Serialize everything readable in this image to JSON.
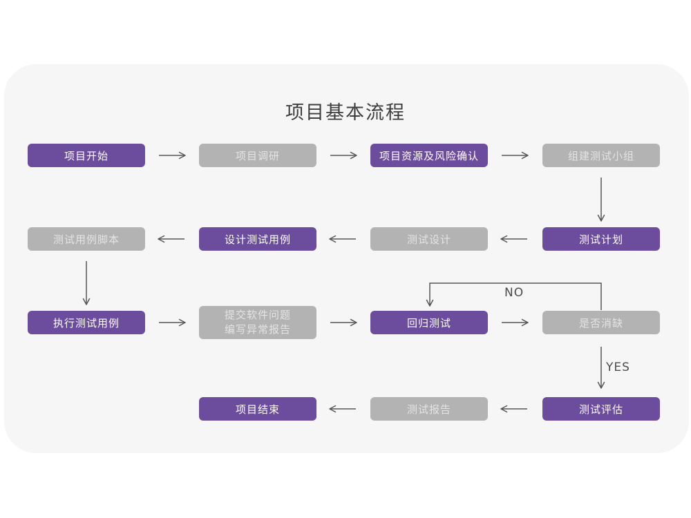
{
  "title": "项目基本流程",
  "colors": {
    "node_purple": "#6C4C9D",
    "node_gray": "#B3B3B3",
    "card_background": "#F6F6F6",
    "arrow": "#555555",
    "purple_node_text": "#FFFFFF",
    "gray_node_text": "#E4E4E4"
  },
  "labels": {
    "no": "NO",
    "yes": "YES"
  },
  "nodes": [
    {
      "id": "project-start",
      "label": "项目开始",
      "type": "purple"
    },
    {
      "id": "project-research",
      "label": "项目调研",
      "type": "gray"
    },
    {
      "id": "resource-risk",
      "label": "项目资源及风险确认",
      "type": "purple"
    },
    {
      "id": "build-test-team",
      "label": "组建测试小组",
      "type": "gray"
    },
    {
      "id": "test-plan",
      "label": "测试计划",
      "type": "purple"
    },
    {
      "id": "test-design",
      "label": "测试设计",
      "type": "gray"
    },
    {
      "id": "design-test-case",
      "label": "设计测试用例",
      "type": "purple"
    },
    {
      "id": "test-case-script",
      "label": "测试用例脚本",
      "type": "gray"
    },
    {
      "id": "execute-test-case",
      "label": "执行测试用例",
      "type": "purple"
    },
    {
      "id": "issue-report",
      "label": "提交软件问题\n编写异常报告",
      "type": "gray"
    },
    {
      "id": "regression-test",
      "label": "回归测试",
      "type": "purple"
    },
    {
      "id": "defect-cleared",
      "label": "是否消缺",
      "type": "gray"
    },
    {
      "id": "test-evaluation",
      "label": "测试评估",
      "type": "purple"
    },
    {
      "id": "test-report",
      "label": "测试报告",
      "type": "gray"
    },
    {
      "id": "project-end",
      "label": "项目结束",
      "type": "purple"
    }
  ],
  "edges": [
    {
      "from": "project-start",
      "to": "project-research"
    },
    {
      "from": "project-research",
      "to": "resource-risk"
    },
    {
      "from": "resource-risk",
      "to": "build-test-team"
    },
    {
      "from": "build-test-team",
      "to": "test-plan"
    },
    {
      "from": "test-plan",
      "to": "test-design"
    },
    {
      "from": "test-design",
      "to": "design-test-case"
    },
    {
      "from": "design-test-case",
      "to": "test-case-script"
    },
    {
      "from": "test-case-script",
      "to": "execute-test-case"
    },
    {
      "from": "execute-test-case",
      "to": "issue-report"
    },
    {
      "from": "issue-report",
      "to": "regression-test"
    },
    {
      "from": "regression-test",
      "to": "defect-cleared"
    },
    {
      "from": "defect-cleared",
      "to": "regression-test",
      "label": "NO"
    },
    {
      "from": "defect-cleared",
      "to": "test-evaluation",
      "label": "YES"
    },
    {
      "from": "test-evaluation",
      "to": "test-report"
    },
    {
      "from": "test-report",
      "to": "project-end"
    }
  ]
}
